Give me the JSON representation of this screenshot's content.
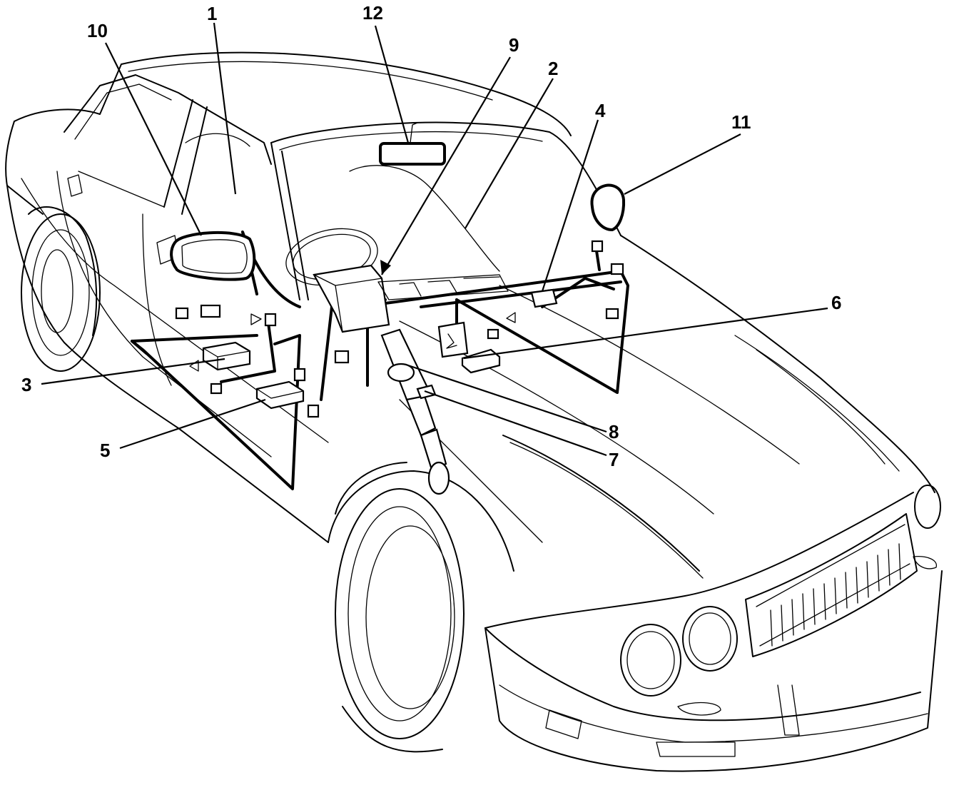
{
  "figure": {
    "type": "exploded-component-location-diagram",
    "subject": "car",
    "callouts": [
      {
        "id": "c1",
        "label": "1"
      },
      {
        "id": "c2",
        "label": "2"
      },
      {
        "id": "c3",
        "label": "3"
      },
      {
        "id": "c4",
        "label": "4"
      },
      {
        "id": "c5",
        "label": "5"
      },
      {
        "id": "c6",
        "label": "6"
      },
      {
        "id": "c7",
        "label": "7"
      },
      {
        "id": "c8",
        "label": "8"
      },
      {
        "id": "c9",
        "label": "9"
      },
      {
        "id": "c10",
        "label": "10"
      },
      {
        "id": "c11",
        "label": "11"
      },
      {
        "id": "c12",
        "label": "12"
      }
    ]
  }
}
